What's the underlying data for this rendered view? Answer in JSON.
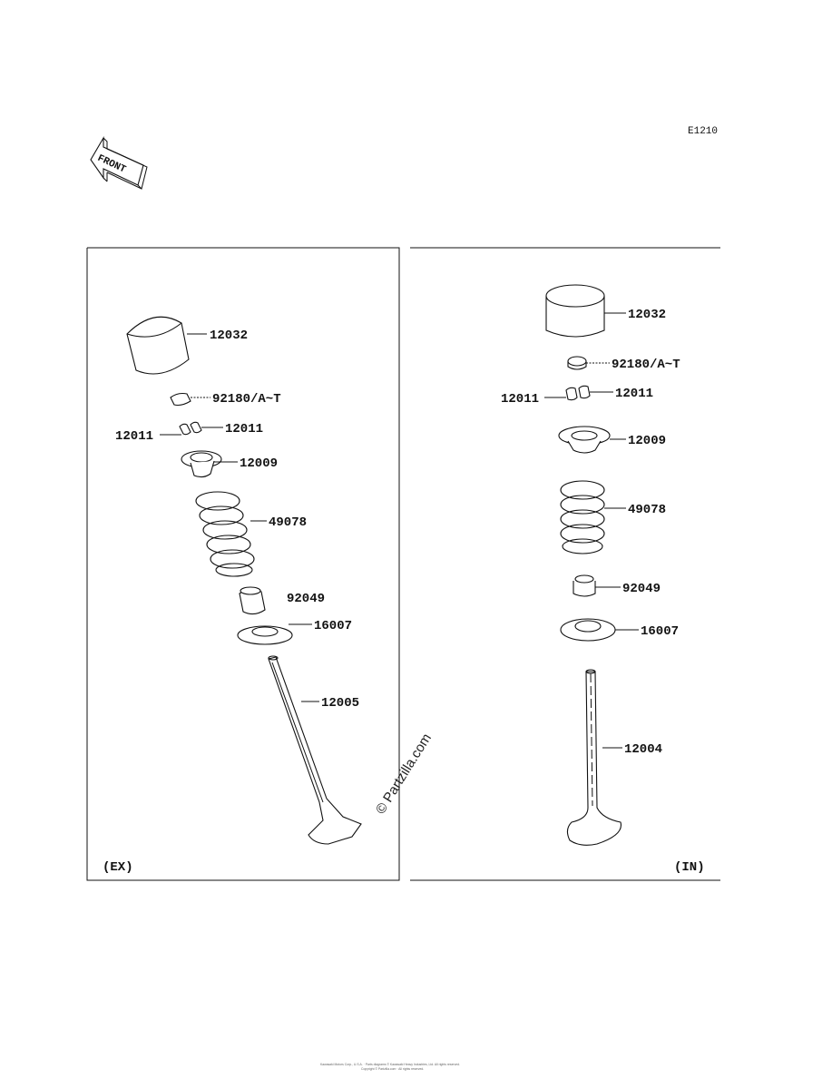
{
  "diagram_code": "E1210",
  "front_label": "FRONT",
  "watermark": "© Partzilla.com",
  "footer": {
    "line1": "Kawasaki Motors Corp., U.S.A. · Parts diagrams © Kawasaki Heavy Industries, Ltd. All rights reserved.",
    "line2": "Copyright © Partzilla.com · All rights reserved."
  },
  "panels": {
    "exhaust": {
      "label": "(EX)",
      "parts": [
        "12032",
        "92180/A~T",
        "12011",
        "12011",
        "12009",
        "49078",
        "92049",
        "16007",
        "12005"
      ]
    },
    "intake": {
      "label": "(IN)",
      "parts": [
        "12032",
        "92180/A~T",
        "12011",
        "12011",
        "12009",
        "49078",
        "92049",
        "16007",
        "12004"
      ]
    }
  }
}
